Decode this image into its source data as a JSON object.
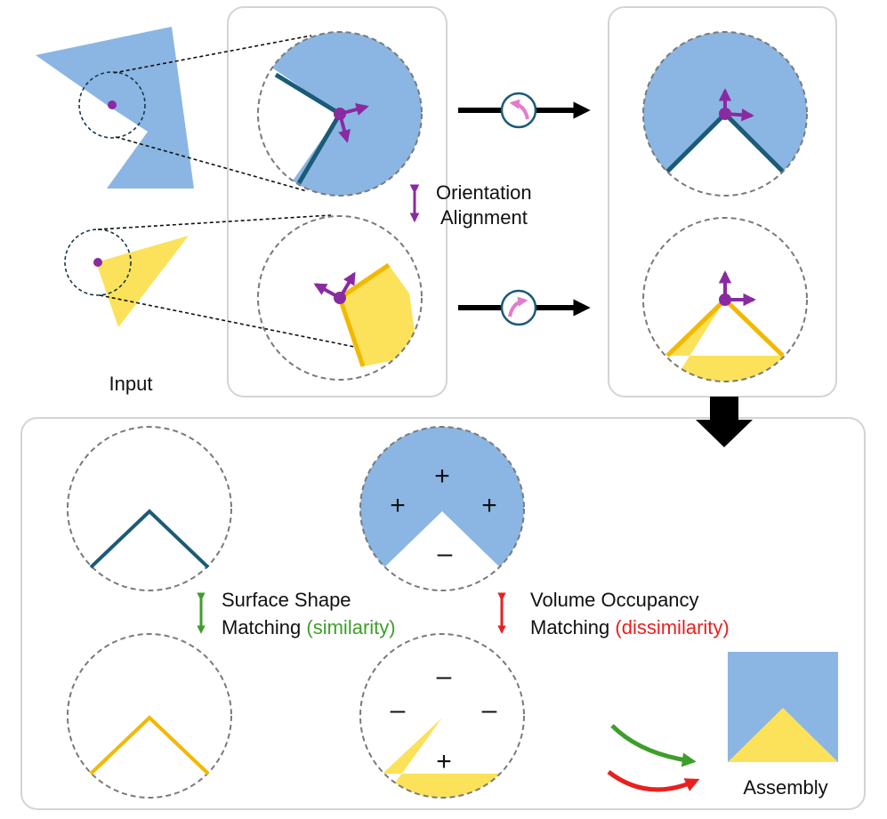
{
  "labels": {
    "input": "Input",
    "orientation_line1": "Orientation",
    "orientation_line2": "Alignment",
    "surface_line1": "Surface Shape",
    "surface_line2_prefix": "Matching ",
    "surface_line2_paren": "(similarity)",
    "volume_line1": "Volume Occupancy",
    "volume_line2_prefix": "Matching ",
    "volume_line2_paren": "(dissimilarity)",
    "assembly": "Assembly"
  },
  "signs": {
    "blue_top": "+",
    "blue_left": "+",
    "blue_right": "+",
    "blue_bottom": "–",
    "yellow_top": "–",
    "yellow_left": "–",
    "yellow_right": "–",
    "yellow_bottom": "+"
  },
  "colors": {
    "blue_fill": "#8bb6e3",
    "yellow_fill": "#fbe25a",
    "dark_teal_edge": "#1c5b78",
    "orange_edge": "#f3b800",
    "purple": "#8a2aa0",
    "pink": "#e27ccd",
    "green": "#3f9e2b",
    "red": "#e82020",
    "panel_border": "#d4d4d4",
    "dashed_gray": "#7a7a7a"
  },
  "icons": {
    "rotate_counterclockwise": "rotate-ccw-icon",
    "rotate_clockwise": "rotate-cw-icon",
    "down_arrow": "down-arrow-icon"
  }
}
